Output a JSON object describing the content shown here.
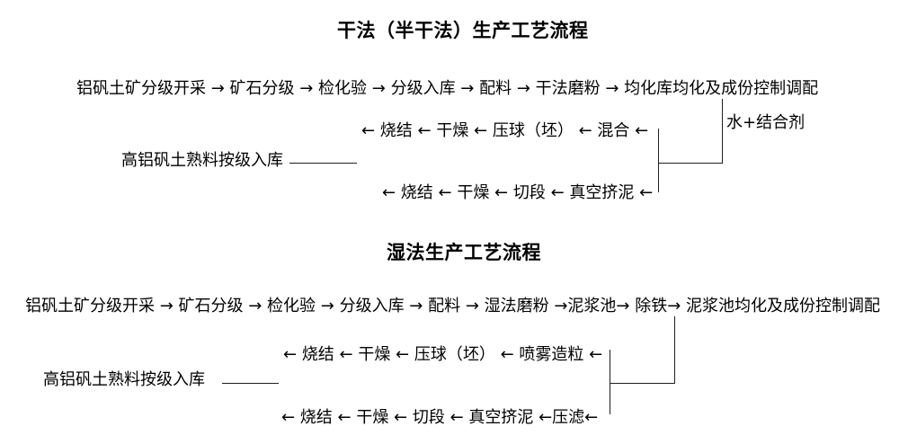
{
  "page": {
    "background_color": "#ffffff",
    "text_color": "#000000",
    "line_color": "#1f1f1f"
  },
  "dry_process": {
    "title": "干法（半干法）生产工艺流程",
    "main_flow": "铝矾土矿分级开采 → 矿石分级 → 检化验 → 分级入库 → 配料 → 干法磨粉 → 均化库均化及成份控制调配",
    "additive_label": "水+结合剂",
    "mixing_flow": "← 烧结 ← 干燥 ← 压球（坯） ← 混合 ←",
    "storage_label": "高铝矾土熟料按级入库",
    "extrusion_flow": "← 烧结 ← 干燥 ← 切段 ← 真空挤泥 ←"
  },
  "wet_process": {
    "title": "湿法生产工艺流程",
    "main_flow": "铝矾土矿分级开采 → 矿石分级 → 检化验 → 分级入库 → 配料 → 湿法磨粉 →泥浆池→ 除铁→ 泥浆池均化及成份控制调配",
    "granulation_flow": "← 烧结 ← 干燥 ← 压球（坯） ← 喷雾造粒 ←",
    "storage_label": "高铝矾土熟料按级入库",
    "extrusion_flow": "← 烧结 ← 干燥 ← 切段 ← 真空挤泥 ←压滤←"
  }
}
